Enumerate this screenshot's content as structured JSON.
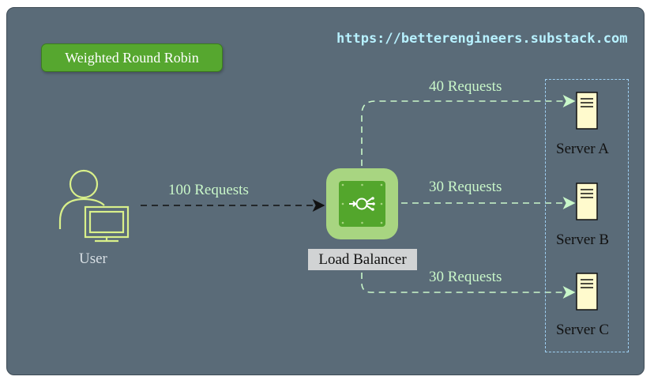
{
  "diagram": {
    "title": "Weighted Round Robin",
    "url": "https://betterengineers.substack.com",
    "user": {
      "label": "User",
      "icon": "user-at-computer-icon"
    },
    "load_balancer": {
      "label": "Load Balancer",
      "icon": "load-balancer-icon"
    },
    "incoming": {
      "label": "100 Requests"
    },
    "servers": [
      {
        "label": "Server A",
        "requests": "40 Requests",
        "icon": "server-icon"
      },
      {
        "label": "Server B",
        "requests": "30 Requests",
        "icon": "server-icon"
      },
      {
        "label": "Server C",
        "requests": "30 Requests",
        "icon": "server-icon"
      }
    ],
    "colors": {
      "background": "#5a6b78",
      "accent_green": "#56a72f",
      "lb_light": "#a8d581",
      "connector_dashed": "#c9f7c9",
      "group_border": "#9fd0f3",
      "server_fill": "#fffacd",
      "user_icon": "#d9f08a"
    }
  }
}
